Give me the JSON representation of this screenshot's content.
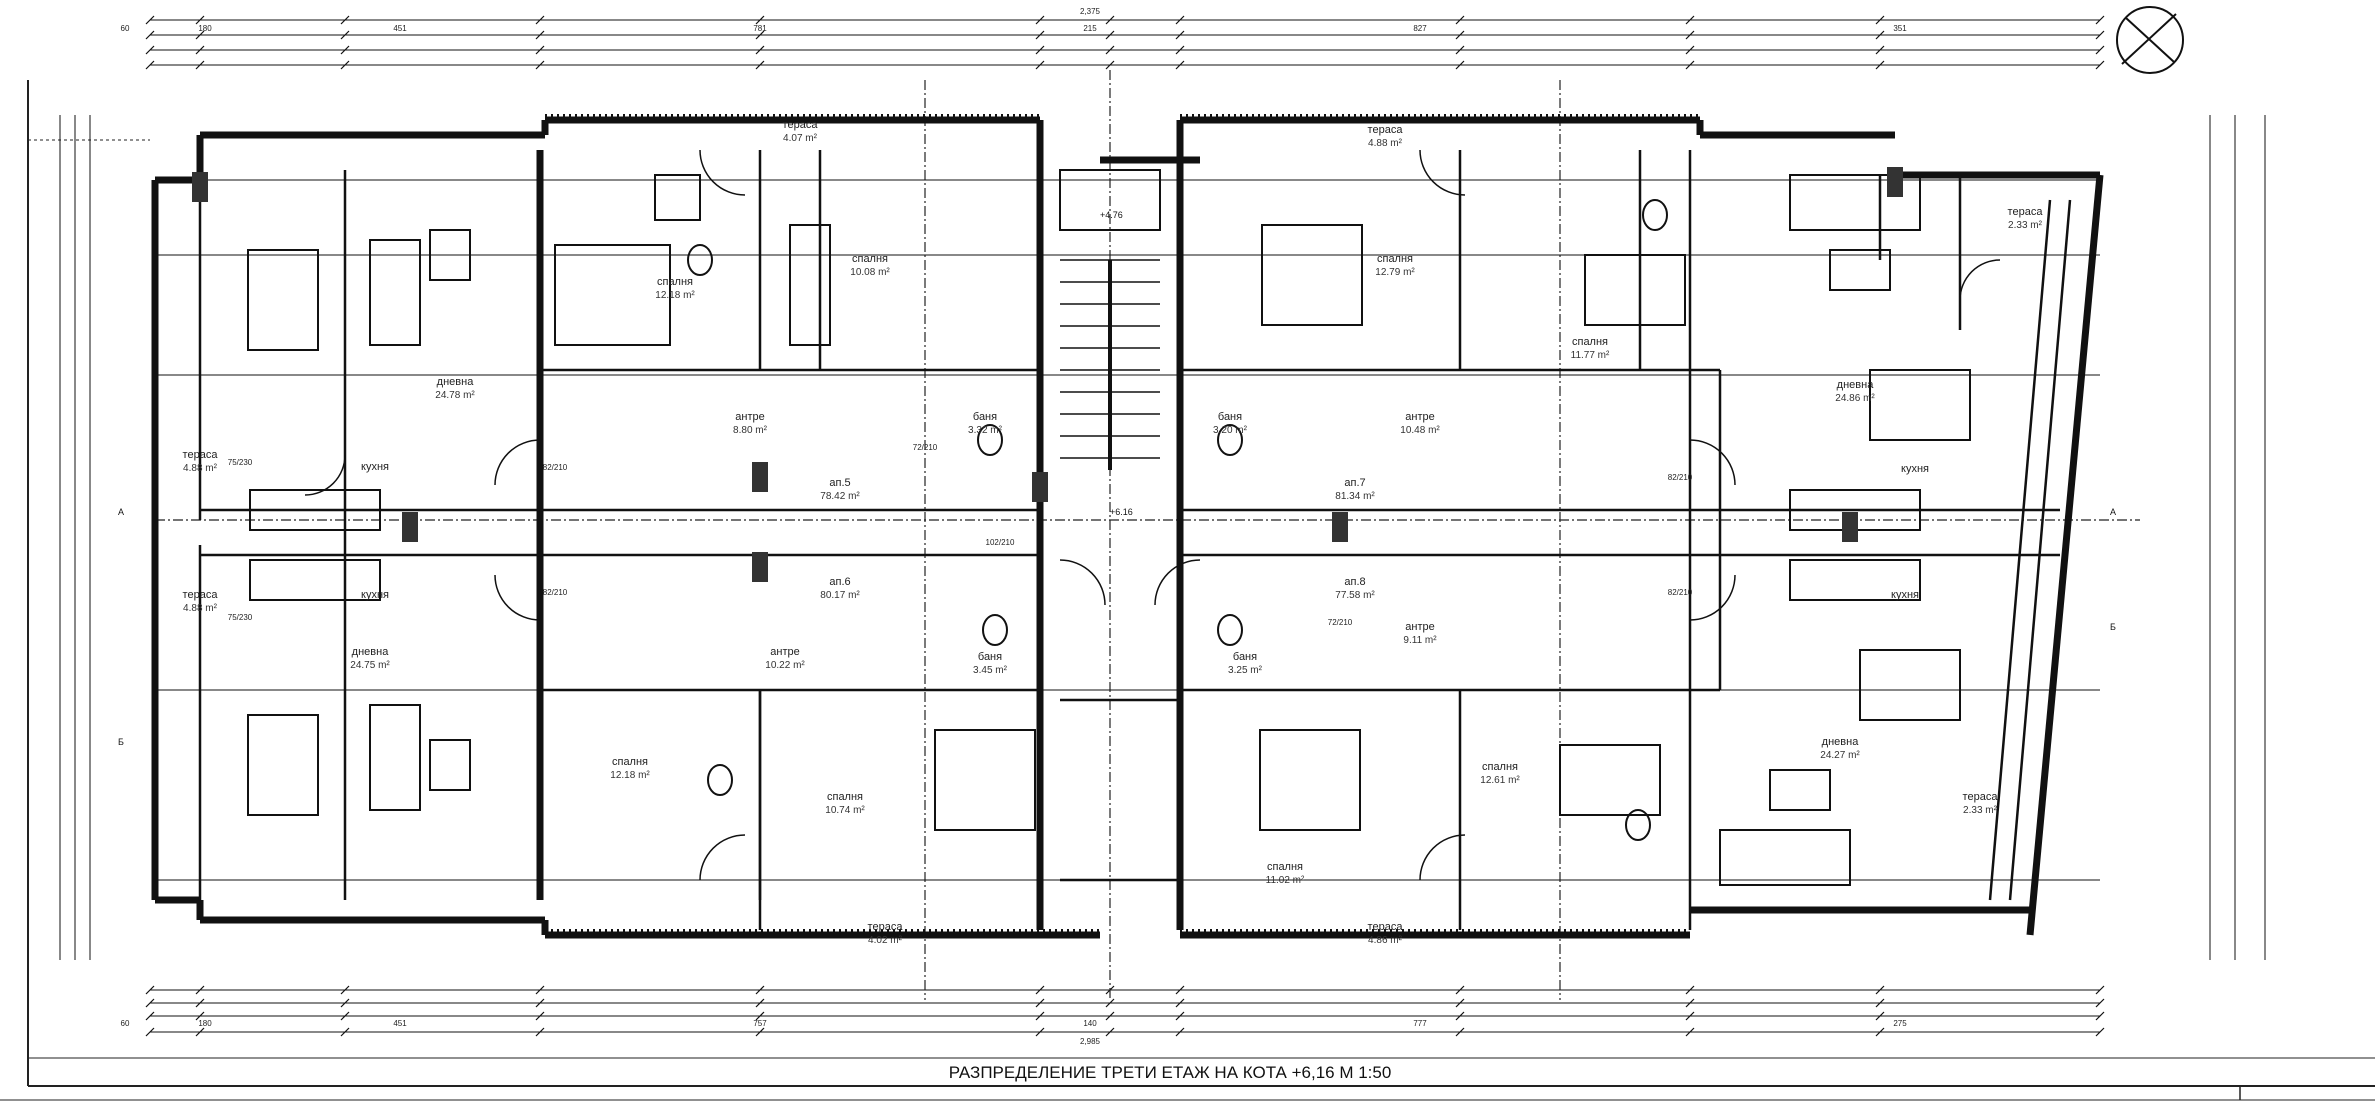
{
  "title": "РАЗПРЕДЕЛЕНИЕ ТРЕТИ ЕТАЖ НА КОТА +6,16  М 1:50",
  "levels": {
    "stair_landing": "+4.76",
    "floor": "+6.16"
  },
  "apartments": [
    {
      "name": "ап.5",
      "area": "78.42 m²"
    },
    {
      "name": "ап.6",
      "area": "80.17 m²"
    },
    {
      "name": "ап.7",
      "area": "81.34 m²"
    },
    {
      "name": "ап.8",
      "area": "77.58 m²"
    }
  ],
  "rooms": [
    {
      "name": "дневна",
      "area": "24.78 m²"
    },
    {
      "name": "спалня",
      "area": "12.18 m²"
    },
    {
      "name": "спалня",
      "area": "10.08 m²"
    },
    {
      "name": "антре",
      "area": "8.80 m²"
    },
    {
      "name": "баня",
      "area": "3.32 m²"
    },
    {
      "name": "тераса",
      "area": "4.07 m²"
    },
    {
      "name": "тераса",
      "area": "4.88 m²"
    },
    {
      "name": "кухня",
      "area": ""
    },
    {
      "name": "тераса",
      "area": "4.88 m²"
    },
    {
      "name": "спалня",
      "area": "12.79 m²"
    },
    {
      "name": "спалня",
      "area": "11.77 m²"
    },
    {
      "name": "баня",
      "area": "3.20 m²"
    },
    {
      "name": "антре",
      "area": "10.48 m²"
    },
    {
      "name": "дневна",
      "area": "24.86 m²"
    },
    {
      "name": "тераса",
      "area": "2.33 m²"
    },
    {
      "name": "кухня",
      "area": ""
    },
    {
      "name": "тераса",
      "area": "4.88 m²"
    },
    {
      "name": "кухня",
      "area": ""
    },
    {
      "name": "дневна",
      "area": "24.75 m²"
    },
    {
      "name": "антре",
      "area": "10.22 m²"
    },
    {
      "name": "баня",
      "area": "3.45 m²"
    },
    {
      "name": "спалня",
      "area": "12.18 m²"
    },
    {
      "name": "спалня",
      "area": "10.74 m²"
    },
    {
      "name": "тераса",
      "area": "4.02 m²"
    },
    {
      "name": "баня",
      "area": "3.25 m²"
    },
    {
      "name": "антре",
      "area": "9.11 m²"
    },
    {
      "name": "кухня",
      "area": ""
    },
    {
      "name": "спалня",
      "area": "11.02 m²"
    },
    {
      "name": "спалня",
      "area": "12.61 m²"
    },
    {
      "name": "дневна",
      "area": "24.27 m²"
    },
    {
      "name": "тераса",
      "area": "2.33 m²"
    },
    {
      "name": "тераса",
      "area": "4.86 m²"
    }
  ],
  "dimensions": {
    "top_total": "2,375",
    "top_row": [
      "60",
      "180",
      "451",
      "781",
      "215",
      "827",
      "351"
    ],
    "bottom_total": "2,985",
    "bottom_row": [
      "60",
      "180",
      "451",
      "757",
      "140",
      "777",
      "275"
    ],
    "doors": [
      "75/230",
      "82/210",
      "82/210",
      "72/210",
      "102/210",
      "72/210",
      "82/210",
      "82/210",
      "75/230"
    ]
  },
  "sections": [
    "А",
    "Б",
    "А",
    "Б"
  ]
}
